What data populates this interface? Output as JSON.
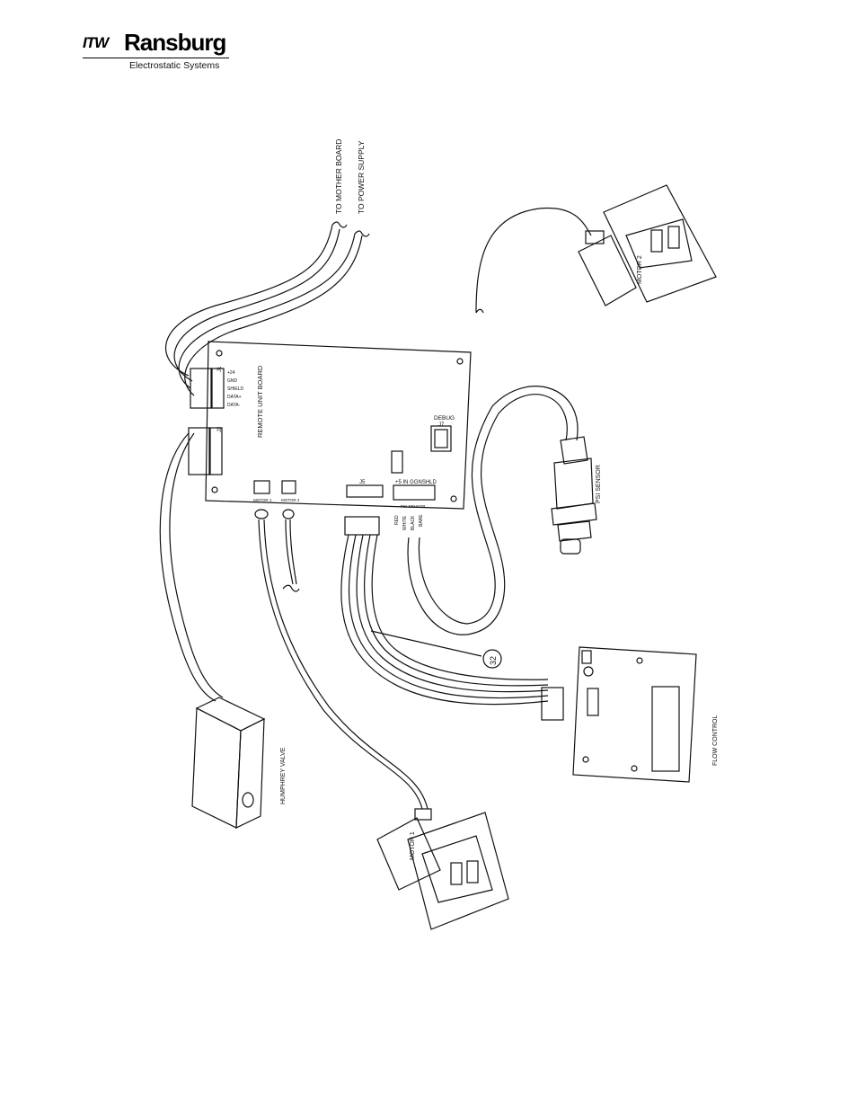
{
  "header": {
    "brand_prefix": "ITW",
    "brand_name": "Ransburg",
    "brand_subtitle": "Electrostatic Systems"
  },
  "diagram": {
    "labels": {
      "to_mother_board": "TO MOTHER BOARD",
      "to_power_supply": "TO POWER SUPPLY",
      "remote_unit_board": "REMOTE UNIT BOARD",
      "j1": "J1",
      "j1_pins": [
        "+24",
        "GND",
        "SHIELD",
        "DATA+",
        "DATA-"
      ],
      "j2": "J2",
      "debug": "DEBUG",
      "j7": "J7",
      "j5": "J5",
      "psi_conn_label": "+5 IN GGNSHLD",
      "psi_sensor_conn": "PSI SENSOR",
      "wire_red": "RED",
      "wire_white": "WHITE",
      "wire_black": "BLACK",
      "wire_bare": "BARE",
      "motor1_conn": "MOTOR 1",
      "motor2_conn": "MOTOR 2",
      "motor_1": "MOTOR 1",
      "motor_2": "MOTOR 2",
      "psi_sensor": "PSI SENSOR",
      "humphrey_valve": "HUMPHREY VALVE",
      "flow_control": "FLOW CONTROL",
      "callout_32": "32"
    }
  }
}
